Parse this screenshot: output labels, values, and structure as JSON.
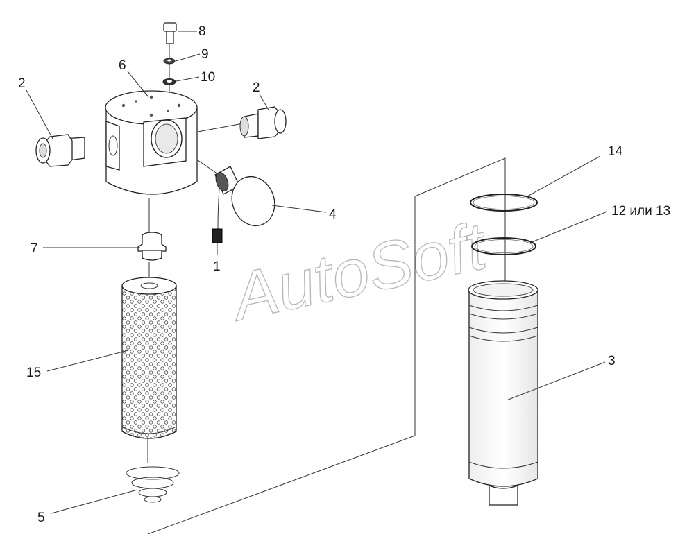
{
  "watermark": "AutoSoft",
  "labels": {
    "l1": "1",
    "l2a": "2",
    "l2b": "2",
    "l3": "3",
    "l4": "4",
    "l5": "5",
    "l6": "6",
    "l7": "7",
    "l8": "8",
    "l9": "9",
    "l10": "10",
    "l12": "12 или 13",
    "l14": "14",
    "l15": "15"
  },
  "colors": {
    "line": "#222222",
    "label": "#1a1a1a",
    "watermark": "#b8b8b8"
  }
}
